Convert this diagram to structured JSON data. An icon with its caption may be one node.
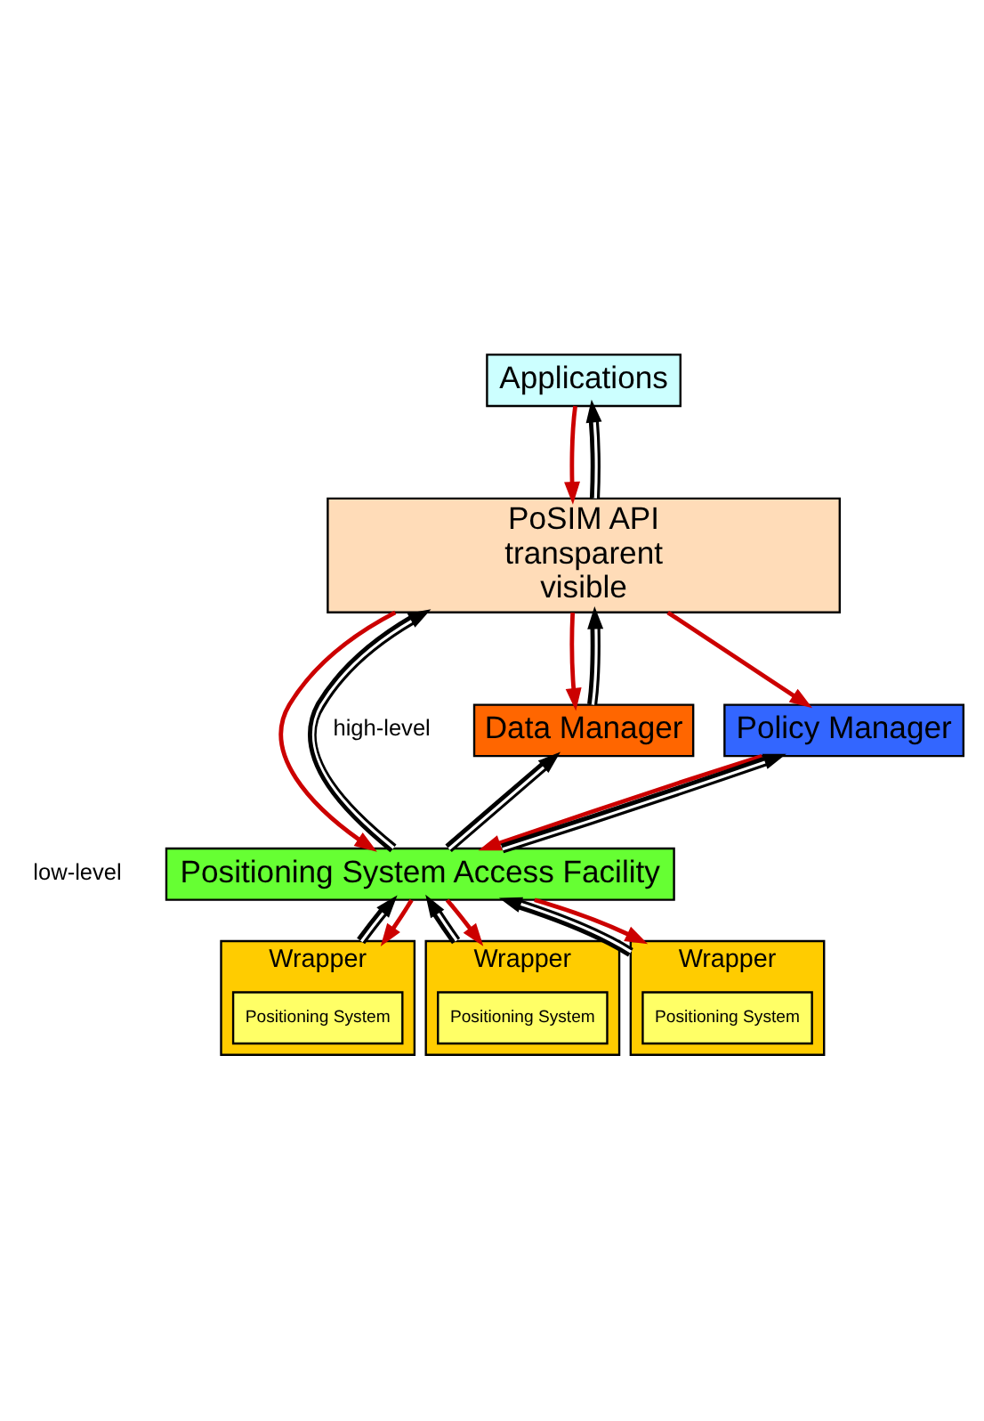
{
  "diagram": {
    "nodes": [
      {
        "text": [
          "Applications"
        ]
      },
      {
        "text": [
          "PoSIM API",
          "transparent",
          "visible"
        ]
      },
      {
        "text": [
          "Data Manager"
        ]
      },
      {
        "text": [
          "Policy Manager"
        ]
      },
      {
        "text": [
          "Positioning System Access Facility"
        ]
      },
      {
        "text": [
          "Wrapper"
        ]
      },
      {
        "text": [
          "Positioning System"
        ],
        "in": 5
      },
      {
        "text": [
          "Wrapper"
        ]
      },
      {
        "text": [
          "Positioning System"
        ],
        "in": 7
      },
      {
        "text": [
          "Wrapper"
        ]
      },
      {
        "text": [
          "Positioning System"
        ],
        "in": 9
      }
    ],
    "edges": [
      {
        "from": 0,
        "to": 1,
        "arrow": "to",
        "color": "#cc0000"
      },
      {
        "from": 1,
        "to": 0,
        "arrow": "to",
        "color": "#000000"
      },
      {
        "from": 1,
        "to": 2,
        "arrow": "to",
        "color": "#cc0000"
      },
      {
        "from": 2,
        "to": 1,
        "arrow": "to",
        "color": "#000000"
      },
      {
        "from": 1,
        "to": 3,
        "arrow": "to",
        "color": "#cc0000"
      },
      {
        "from": 1,
        "to": 4,
        "arrow": "to",
        "color": "#cc0000"
      },
      {
        "from": 4,
        "to": 1,
        "arrow": "to",
        "color": "#000000"
      },
      {
        "from": 4,
        "to": 2,
        "arrow": "to",
        "color": "#000000"
      },
      {
        "from": 3,
        "to": 4,
        "arrow": "to",
        "color": "#cc0000"
      },
      {
        "from": 4,
        "to": 3,
        "arrow": "to",
        "color": "#000000"
      },
      {
        "from": 4,
        "to": 5,
        "arrow": "to",
        "color": "#cc0000"
      },
      {
        "from": 5,
        "to": 4,
        "arrow": "to",
        "color": "#000000"
      },
      {
        "from": 4,
        "to": 7,
        "arrow": "to",
        "color": "#cc0000"
      },
      {
        "from": 7,
        "to": 4,
        "arrow": "to",
        "color": "#000000"
      },
      {
        "from": 4,
        "to": 9,
        "arrow": "to",
        "color": "#cc0000"
      },
      {
        "from": 9,
        "to": 4,
        "arrow": "to",
        "color": "#000000"
      }
    ],
    "labels": [
      "high-level",
      "low-level"
    ]
  }
}
